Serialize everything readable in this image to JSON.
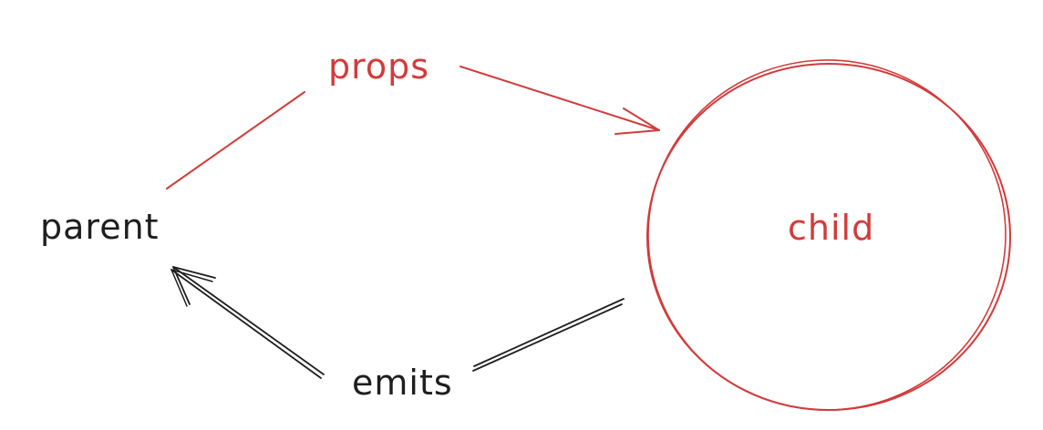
{
  "diagram": {
    "nodes": {
      "parent": {
        "label": "parent",
        "color": "#1e1e1e"
      },
      "child": {
        "label": "child",
        "color": "#d23b3b",
        "shape": "circle"
      }
    },
    "edges": {
      "props": {
        "label": "props",
        "from": "parent",
        "to": "child",
        "color": "#d23b3b"
      },
      "emits": {
        "label": "emits",
        "from": "child",
        "to": "parent",
        "color": "#1e1e1e"
      }
    }
  }
}
